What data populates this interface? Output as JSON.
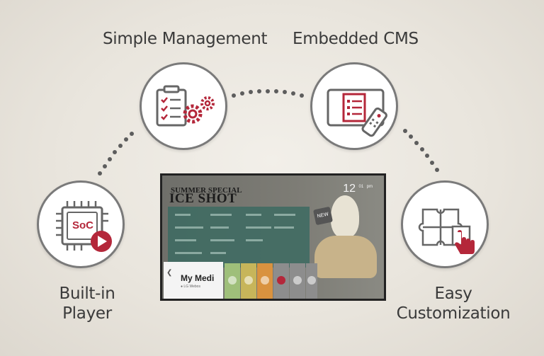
{
  "features": {
    "simple_management": {
      "label": "Simple Management",
      "icon": "clipboard-gears-icon"
    },
    "embedded_cms": {
      "label": "Embedded CMS",
      "icon": "monitor-remote-icon"
    },
    "built_in_player": {
      "label_line1": "Built-in",
      "label_line2": "Player",
      "icon": "soc-chip-play-icon",
      "chip_text": "SoC"
    },
    "easy_customization": {
      "label_line1": "Easy",
      "label_line2": "Customization",
      "icon": "puzzle-hand-icon"
    }
  },
  "tv": {
    "title_small": "SUMMER SPECIAL",
    "title_big": "ICE SHOT",
    "clock_hour": "12",
    "clock_min": "01",
    "clock_suffix": "pm",
    "new_badge": "NEW",
    "launcher": {
      "card_title": "My Medi",
      "card_subtitle": "● LG Webos"
    }
  },
  "colors": {
    "accent_red": "#b4273a",
    "icon_grey": "#666666",
    "circle_border": "#7a7a7a",
    "dots": "#5d5d5d"
  }
}
